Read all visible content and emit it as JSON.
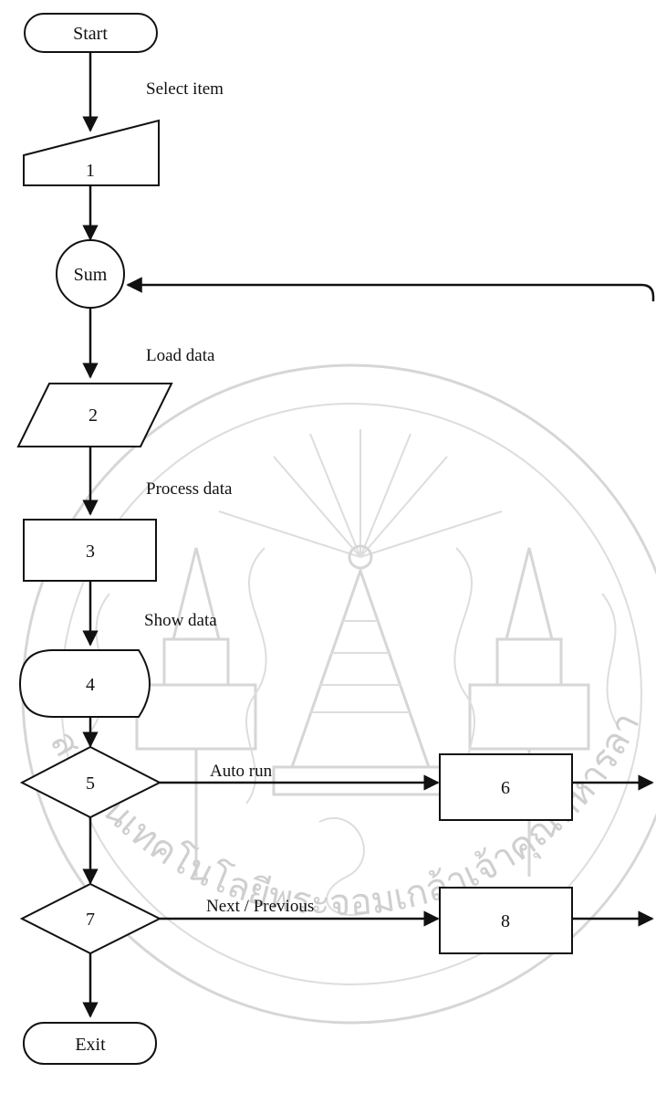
{
  "nodes": {
    "start": "Start",
    "n1": "1",
    "sum": "Sum",
    "n2": "2",
    "n3": "3",
    "n4": "4",
    "n5": "5",
    "n6": "6",
    "n7": "7",
    "n8": "8",
    "exit": "Exit"
  },
  "labels": {
    "select_item": "Select item",
    "load_data": "Load data",
    "process_data": "Process data",
    "show_data": "Show data",
    "auto_run": "Auto run",
    "next_previous": "Next / Previous"
  },
  "watermark": {
    "seal_text": "สถาบันเทคโนโลยีพระจอมเกล้าเจ้าคุณทหารลาดกระบัง"
  }
}
